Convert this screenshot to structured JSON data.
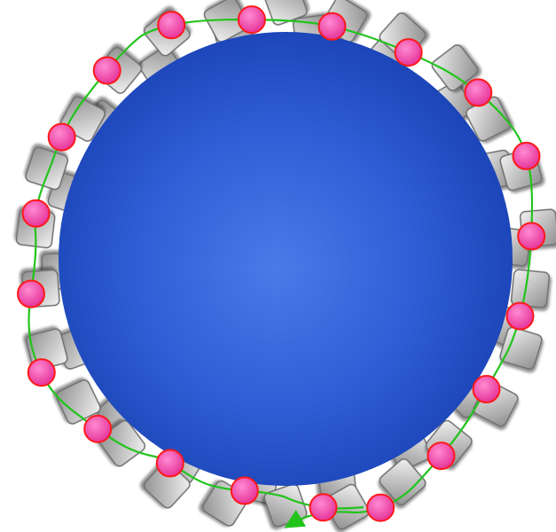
{
  "diagram": {
    "colors": {
      "background": "#ffffff",
      "sphere_center": "#4b7ae8",
      "sphere_mid": "#2f5ed6",
      "sphere_edge": "#1a43b5",
      "block_light": "#f2f2f2",
      "block_dark": "#8f8f8f",
      "block_stroke": "#6e6e6e",
      "bead_fill_light": "#ff8ad0",
      "bead_fill": "#e6359a",
      "bead_stroke": "#ff1a1a",
      "path": "#22c41c"
    },
    "elements": {
      "sphere": "large-blue-sphere",
      "blocks": "gray-rounded-blocks",
      "beads": "pink-beads",
      "path": "green-arrow-path"
    }
  }
}
